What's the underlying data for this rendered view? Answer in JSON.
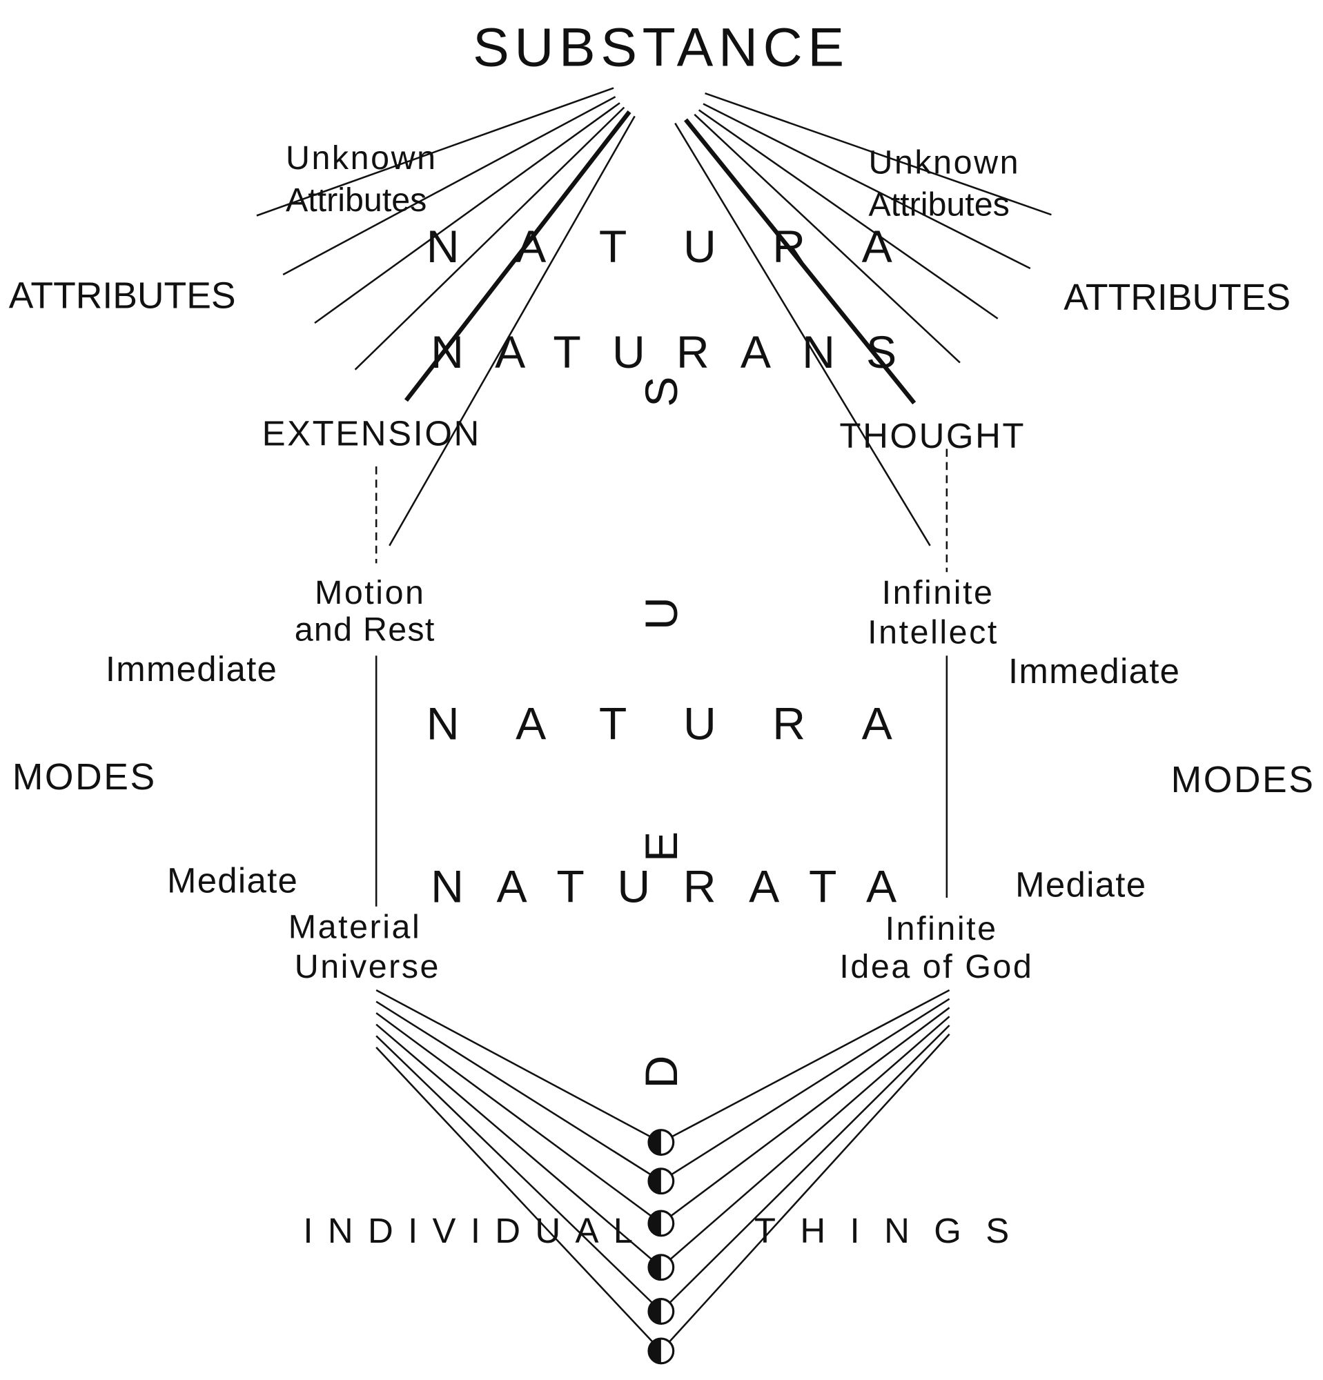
{
  "title": "SUBSTANCE",
  "natura_naturans": {
    "line1": "NATURA",
    "line2": "NATURANS"
  },
  "natura_naturata": {
    "line1": "NATURA",
    "line2": "NATURATA"
  },
  "deus": {
    "d": "D",
    "e": "E",
    "u": "U",
    "s": "S"
  },
  "left": {
    "unknown1": "Unknown",
    "unknown2": "Attributes",
    "attributes": "ATTRIBUTES",
    "attribute": "EXTENSION",
    "immediate_mode1": "Motion",
    "immediate_mode2": "and Rest",
    "immediate": "Immediate",
    "modes": "MODES",
    "mediate": "Mediate",
    "mediate_mode1": "Material",
    "mediate_mode2": "Universe"
  },
  "right": {
    "unknown1": "Unknown",
    "unknown2": "Attributes",
    "attributes": "ATTRIBUTES",
    "attribute": "THOUGHT",
    "immediate_mode1": "Infinite",
    "immediate_mode2": "Intellect",
    "immediate": "Immediate",
    "modes": "MODES",
    "mediate": "Mediate",
    "mediate_mode1": "Infinite",
    "mediate_mode2": "Idea of God"
  },
  "bottom": {
    "individual": "INDIVIDUAL",
    "things": "THINGS"
  }
}
